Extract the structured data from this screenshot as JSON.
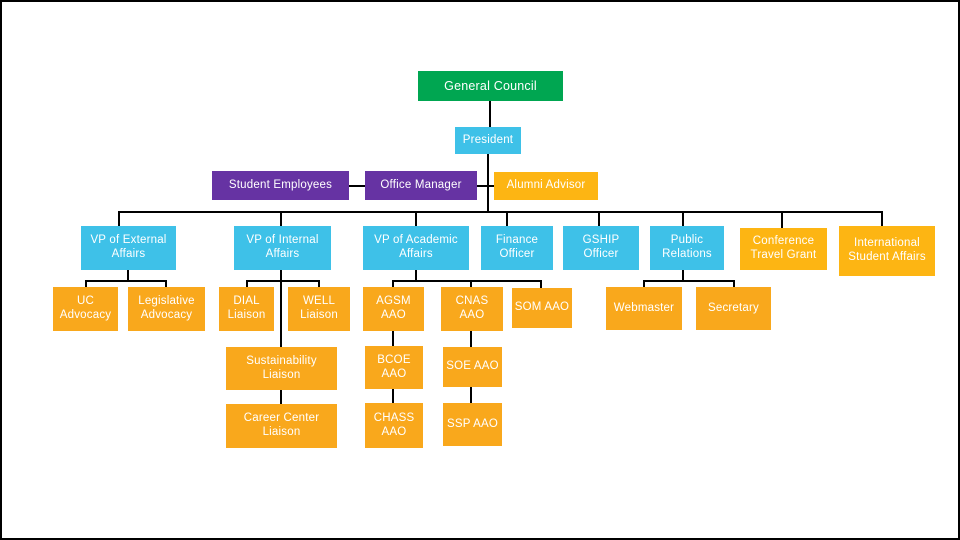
{
  "diagram": {
    "type": "org-chart",
    "palette": {
      "root_green": "#00A651",
      "officer_cyan": "#3EC1E8",
      "staff_purple": "#6633A3",
      "advisor_amber": "#FDB513",
      "leaf_orange": "#F9A81C",
      "connector_line": "#000000",
      "background": "#FFFFFF",
      "text": "#FFFFFF"
    },
    "nodes": {
      "general_council": {
        "label": "General Council",
        "color": "root_green"
      },
      "president": {
        "label": "President",
        "color": "officer_cyan"
      },
      "student_employees": {
        "label": "Student Employees",
        "color": "staff_purple"
      },
      "office_manager": {
        "label": "Office Manager",
        "color": "staff_purple"
      },
      "alumni_advisor": {
        "label": "Alumni Advisor",
        "color": "advisor_amber"
      },
      "vp_external_affairs": {
        "label": "VP of External Affairs",
        "color": "officer_cyan"
      },
      "vp_internal_affairs": {
        "label": "VP of Internal Affairs",
        "color": "officer_cyan"
      },
      "vp_academic_affairs": {
        "label": "VP of Academic Affairs",
        "color": "officer_cyan"
      },
      "finance_officer": {
        "label": "Finance Officer",
        "color": "officer_cyan"
      },
      "gship_officer": {
        "label": "GSHIP Officer",
        "color": "officer_cyan"
      },
      "public_relations": {
        "label": "Public Relations",
        "color": "officer_cyan"
      },
      "conference_travel_grant": {
        "label": "Conference Travel Grant",
        "color": "advisor_amber"
      },
      "international_student_affairs": {
        "label": "International Student Affairs",
        "color": "advisor_amber"
      },
      "uc_advocacy": {
        "label": "UC Advocacy",
        "color": "leaf_orange"
      },
      "legislative_advocacy": {
        "label": "Legislative Advocacy",
        "color": "leaf_orange"
      },
      "dial_liaison": {
        "label": "DIAL Liaison",
        "color": "leaf_orange"
      },
      "well_liaison": {
        "label": "WELL Liaison",
        "color": "leaf_orange"
      },
      "agsm_aao": {
        "label": "AGSM AAO",
        "color": "leaf_orange"
      },
      "cnas_aao": {
        "label": "CNAS AAO",
        "color": "leaf_orange"
      },
      "som_aao": {
        "label": "SOM AAO",
        "color": "leaf_orange"
      },
      "webmaster": {
        "label": "Webmaster",
        "color": "leaf_orange"
      },
      "secretary": {
        "label": "Secretary",
        "color": "leaf_orange"
      },
      "sustainability_liaison": {
        "label": "Sustainability Liaison",
        "color": "leaf_orange"
      },
      "bcoe_aao": {
        "label": "BCOE AAO",
        "color": "leaf_orange"
      },
      "soe_aao": {
        "label": "SOE AAO",
        "color": "leaf_orange"
      },
      "chass_aao": {
        "label": "CHASS AAO",
        "color": "leaf_orange"
      },
      "ssp_aao": {
        "label": "SSP AAO",
        "color": "leaf_orange"
      },
      "career_center_liaison": {
        "label": "Career Center Liaison",
        "color": "leaf_orange"
      }
    },
    "edges": [
      {
        "from": "general_council",
        "to": "president"
      },
      {
        "from": "president",
        "to": "student_employees",
        "type": "assistant"
      },
      {
        "from": "president",
        "to": "office_manager",
        "type": "assistant"
      },
      {
        "from": "president",
        "to": "alumni_advisor",
        "type": "assistant"
      },
      {
        "from": "president",
        "to": "vp_external_affairs"
      },
      {
        "from": "president",
        "to": "vp_internal_affairs"
      },
      {
        "from": "president",
        "to": "vp_academic_affairs"
      },
      {
        "from": "president",
        "to": "finance_officer"
      },
      {
        "from": "president",
        "to": "gship_officer"
      },
      {
        "from": "president",
        "to": "public_relations"
      },
      {
        "from": "president",
        "to": "conference_travel_grant"
      },
      {
        "from": "president",
        "to": "international_student_affairs"
      },
      {
        "from": "vp_external_affairs",
        "to": "uc_advocacy"
      },
      {
        "from": "vp_external_affairs",
        "to": "legislative_advocacy"
      },
      {
        "from": "vp_internal_affairs",
        "to": "dial_liaison"
      },
      {
        "from": "vp_internal_affairs",
        "to": "well_liaison"
      },
      {
        "from": "vp_internal_affairs",
        "to": "sustainability_liaison"
      },
      {
        "from": "sustainability_liaison",
        "to": "career_center_liaison"
      },
      {
        "from": "vp_academic_affairs",
        "to": "agsm_aao"
      },
      {
        "from": "vp_academic_affairs",
        "to": "cnas_aao"
      },
      {
        "from": "vp_academic_affairs",
        "to": "som_aao"
      },
      {
        "from": "agsm_aao",
        "to": "bcoe_aao"
      },
      {
        "from": "bcoe_aao",
        "to": "chass_aao"
      },
      {
        "from": "cnas_aao",
        "to": "soe_aao"
      },
      {
        "from": "soe_aao",
        "to": "ssp_aao"
      },
      {
        "from": "public_relations",
        "to": "webmaster"
      },
      {
        "from": "public_relations",
        "to": "secretary"
      }
    ]
  }
}
